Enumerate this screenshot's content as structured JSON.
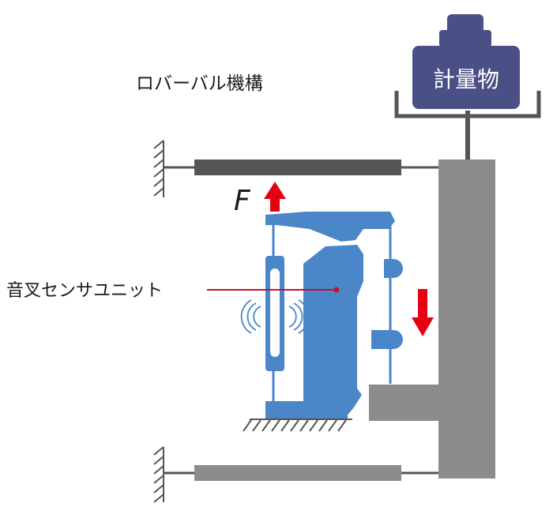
{
  "labels": {
    "mechanism": "ロバーバル機構",
    "weighed_object": "計量物",
    "sensor_unit": "音叉センサユニット",
    "force": "F"
  },
  "colors": {
    "platform": "#4a4f86",
    "frame": "#8c8c8c",
    "beam_dark": "#555555",
    "sensor_blue": "#4a86c8",
    "arrow_red": "#e60012",
    "leader_red": "#c8102e",
    "ground": "#555555"
  }
}
